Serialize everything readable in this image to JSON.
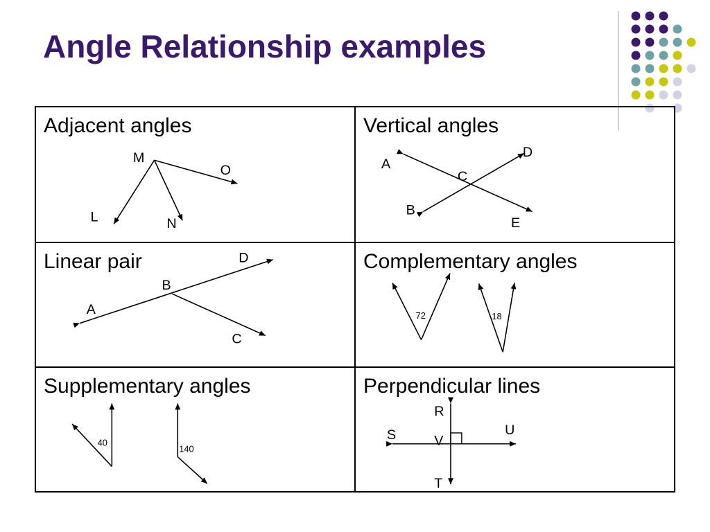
{
  "slide": {
    "title": "Angle Relationship examples",
    "colors": {
      "title": "#3b1a6b",
      "dot_purple": "#3b1a6b",
      "dot_teal": "#6fa3a3",
      "dot_yellow": "#c8c80f",
      "dot_lavender": "#d3d3e8"
    }
  },
  "cells": {
    "adjacent": {
      "title": "Adjacent angles",
      "labels": {
        "m": "M",
        "o": "O",
        "l": "L",
        "n": "N"
      }
    },
    "vertical": {
      "title": "Vertical angles",
      "labels": {
        "a": "A",
        "d": "D",
        "c": "C",
        "b": "B",
        "e": "E"
      }
    },
    "linear": {
      "title": "Linear pair",
      "labels": {
        "d": "D",
        "b": "B",
        "a": "A",
        "c": "C"
      }
    },
    "complementary": {
      "title": "Complementary angles",
      "labels": {
        "angle1": "72",
        "angle2": "18"
      }
    },
    "supplementary": {
      "title": "Supplementary angles",
      "labels": {
        "angle1": "40",
        "angle2": "140"
      }
    },
    "perpendicular": {
      "title": "Perpendicular lines",
      "labels": {
        "r": "R",
        "s": "S",
        "u": "U",
        "v": "V",
        "t": "T"
      }
    }
  }
}
